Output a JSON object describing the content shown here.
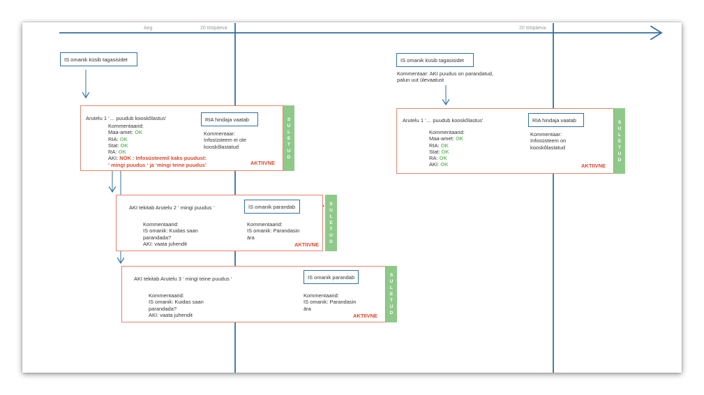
{
  "axis": {
    "time_label": "Aeg",
    "deadline_label_1": "20 tööpäeva",
    "deadline_label_2": "20 tööpäeva"
  },
  "left": {
    "request": "IS omanik küsib tagasisidet",
    "arutelu1": {
      "title": "Arutelu 1 ‘… puudub kooskõlastus’",
      "comments_label": "Kommentaarid:",
      "rows": [
        {
          "name": "Maa-amet:",
          "status": "OK"
        },
        {
          "name": "RIA:",
          "status": "OK"
        },
        {
          "name": "Stat:",
          "status": "OK"
        },
        {
          "name": "RA:",
          "status": "OK"
        }
      ],
      "aki_label": "AKI:",
      "aki_nok_line1": "NOK : Infosüsteemil kaks puudust:",
      "aki_nok_line2": "‘ mingi puudus ‘ ja ‘mingi teine puudus’",
      "action": "RIA hindaja vaatab",
      "action_comment": [
        "Kommentaar:",
        "Infosüsteem ei ole",
        "kooskõlastatud"
      ],
      "status": "AKTIIVNE",
      "closed": "SULETUD"
    },
    "arutelu2": {
      "title": "AKI tekitab Arutelu 2 ‘ mingi puudus ‘",
      "comments": [
        "Kommentaarid:",
        "IS omanik: Kuidas saan",
        "parandada?",
        "AKI: vaata juhendit"
      ],
      "action": "IS omanik parandab",
      "action_comment": [
        "Kommentaarid:",
        "IS omanik: Parandasin",
        "ära"
      ],
      "status": "AKTIIVNE",
      "closed": "SULETUD"
    },
    "arutelu3": {
      "title": "AKI tekitab Arutelu 3 ‘ mingi teine puudus ‘",
      "comments": [
        "Kommentaarid:",
        "IS omanik: Kuidas saan",
        "parandada?",
        "AKI: vaata juhendit"
      ],
      "action": "IS omanik parandab",
      "action_comment": [
        "Kommentaarid:",
        "IS omanik: Parandasin",
        "ära"
      ],
      "status": "AKTIIVNE",
      "closed": "SULETUD"
    }
  },
  "right": {
    "request": "IS omanik küsib tagasisidet",
    "request_comment": [
      "Kommentaar: AKI puudus on parandatud,",
      "palun uut ülevaatust"
    ],
    "arutelu1": {
      "title": "Arutelu 1 ‘… puudub kooskõlastus’",
      "comments_label": "Kommentaarid:",
      "rows": [
        {
          "name": "Maa-amet:",
          "status": "OK"
        },
        {
          "name": "RIA:",
          "status": "OK"
        },
        {
          "name": "Stat:",
          "status": "OK"
        },
        {
          "name": "RA:",
          "status": "OK"
        },
        {
          "name": "AKI:",
          "status": "OK"
        }
      ],
      "action": "RIA hindaja vaatab",
      "action_comment": [
        "Kommentaar:",
        "Infosüsteem on",
        "kooskõlastatud"
      ],
      "status": "AKTIIVNE",
      "closed": "SULETUD"
    }
  },
  "colors": {
    "line": "#2f6fa0",
    "box_border": "#e8826b",
    "closed": "#8fc98a",
    "ok": "#6cbf6a",
    "nok": "#e0442a"
  }
}
